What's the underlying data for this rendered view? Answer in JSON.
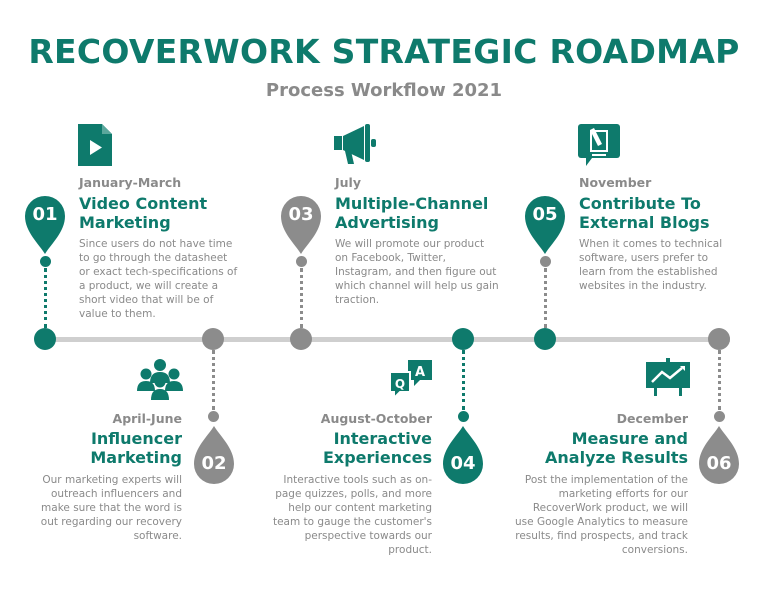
{
  "title": "RECOVERWORK STRATEGIC ROADMAP",
  "subtitle": "Process Workflow 2021",
  "colors": {
    "accent": "#0e7a6c",
    "muted": "#8c8c8c",
    "line": "#cfcfcf"
  },
  "steps": [
    {
      "number": "01",
      "date": "January-March",
      "heading_line1": "Video Content",
      "heading_line2": "Marketing",
      "body": "Since users do not have time to go through the datasheet or exact tech-specifications of a product, we will create a short video that will be of value to them.",
      "icon": "video-file-icon",
      "color": "teal"
    },
    {
      "number": "02",
      "date": "April-June",
      "heading_line1": "Influencer",
      "heading_line2": "Marketing",
      "body": "Our marketing experts will outreach influencers and make sure that the word is out regarding our recovery software.",
      "icon": "group-icon",
      "color": "gray"
    },
    {
      "number": "03",
      "date": "July",
      "heading_line1": "Multiple-Channel",
      "heading_line2": "Advertising",
      "body": "We will promote our product on Facebook, Twitter, Instagram, and then figure out which channel will help us gain traction.",
      "icon": "megaphone-icon",
      "color": "gray"
    },
    {
      "number": "04",
      "date": "August-October",
      "heading_line1": "Interactive",
      "heading_line2": "Experiences",
      "body": "Interactive tools such as on-page quizzes, polls, and more help our content marketing team to gauge the customer's perspective towards our product.",
      "icon": "qa-chat-icon",
      "color": "teal"
    },
    {
      "number": "05",
      "date": "November",
      "heading_line1": "Contribute To",
      "heading_line2": "External Blogs",
      "body": "When it comes to technical software, users prefer to learn from the established websites in the industry.",
      "icon": "blog-book-icon",
      "color": "teal"
    },
    {
      "number": "06",
      "date": "December",
      "heading_line1": "Measure and",
      "heading_line2": "Analyze Results",
      "body": "Post the implementation of the marketing efforts for our RecoverWork product, we will use Google Analytics to measure results, find prospects, and track conversions.",
      "icon": "chart-board-icon",
      "color": "gray"
    }
  ]
}
